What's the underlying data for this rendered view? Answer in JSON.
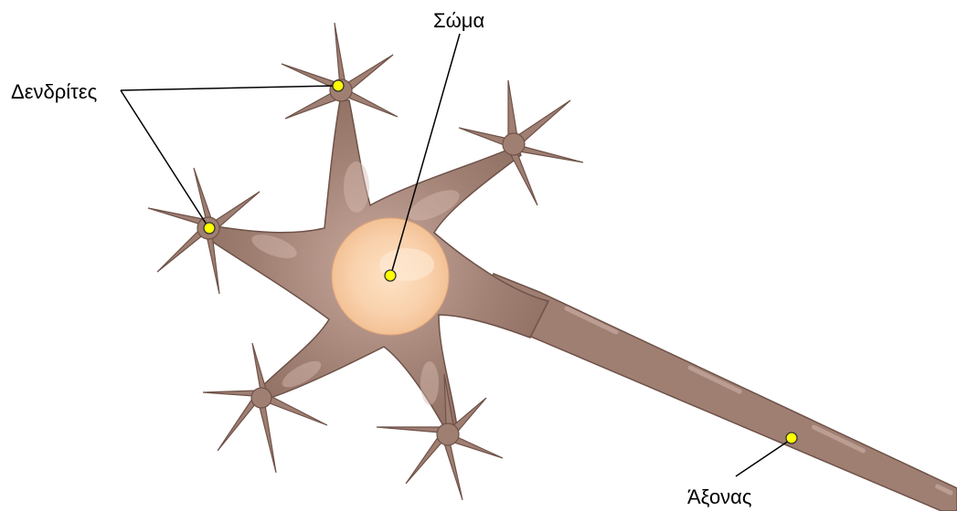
{
  "labels": {
    "dendrites": "Δενδρίτες",
    "soma": "Σώμα",
    "axon": "Άξονας"
  },
  "colors": {
    "cell": "#a07f73",
    "cell_dark": "#7d5e53",
    "cell_light": "#c7aaa0",
    "nucleus": "#f7c9a0",
    "nucleus_light": "#fde2c4",
    "marker": "#ffff00",
    "leader": "#000000"
  }
}
